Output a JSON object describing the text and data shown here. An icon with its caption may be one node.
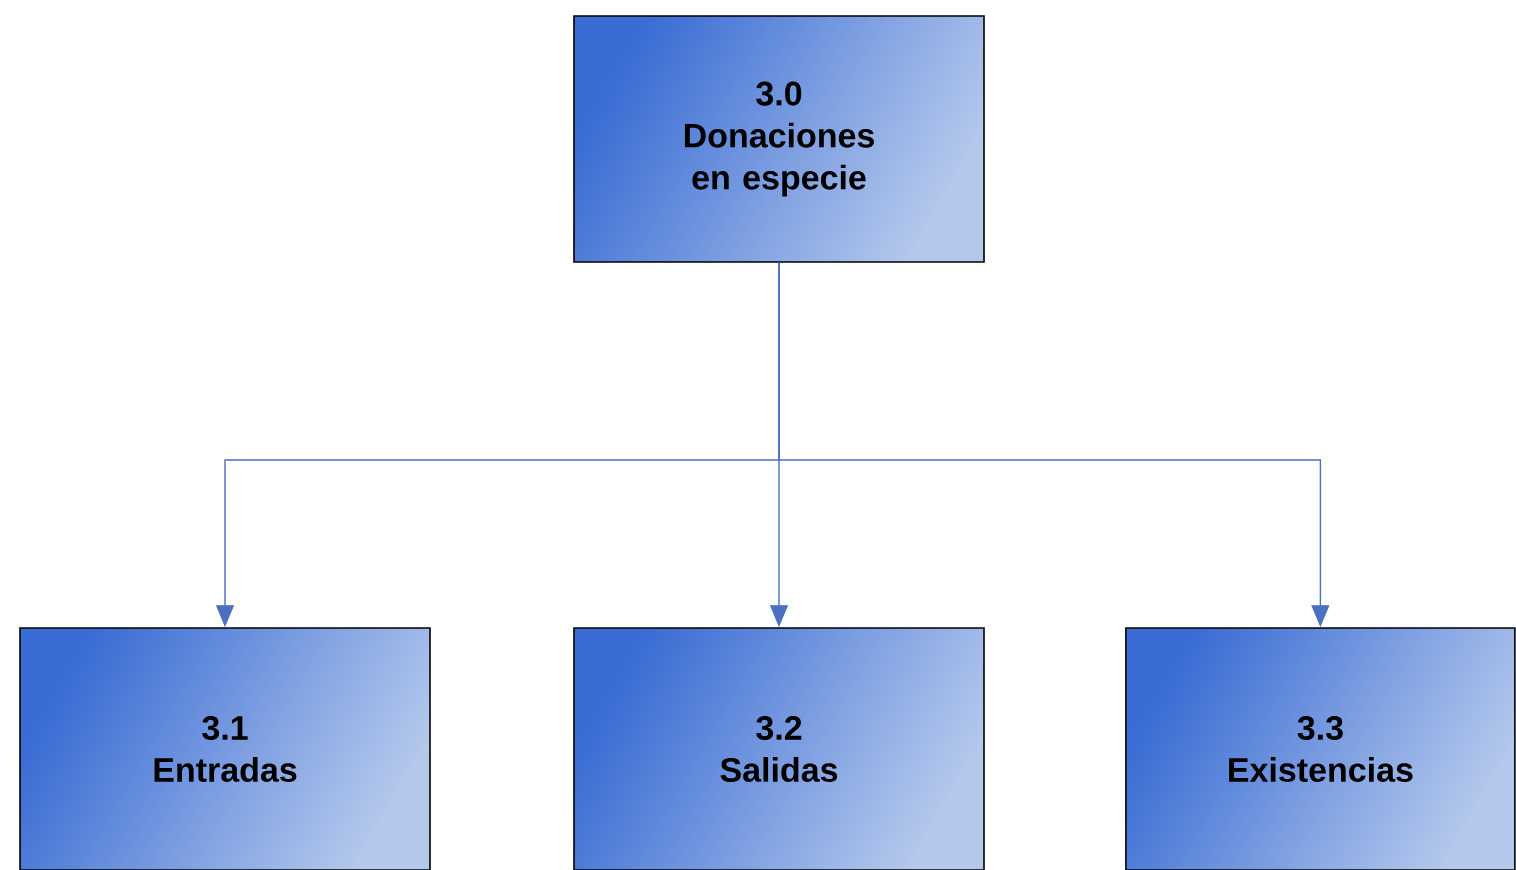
{
  "diagram": {
    "nodes": [
      {
        "text": [
          "3.0",
          "Donaciones en especie"
        ]
      },
      {
        "text": [
          "3.1",
          "Entradas"
        ]
      },
      {
        "text": [
          "3.2",
          "Salidas"
        ]
      },
      {
        "text": [
          "3.3",
          "Existencias"
        ]
      }
    ],
    "edges": [
      {
        "from": 0,
        "to": 1,
        "arrow": "to"
      },
      {
        "from": 0,
        "to": 2,
        "arrow": "to"
      },
      {
        "from": 0,
        "to": 3,
        "arrow": "to"
      }
    ]
  }
}
